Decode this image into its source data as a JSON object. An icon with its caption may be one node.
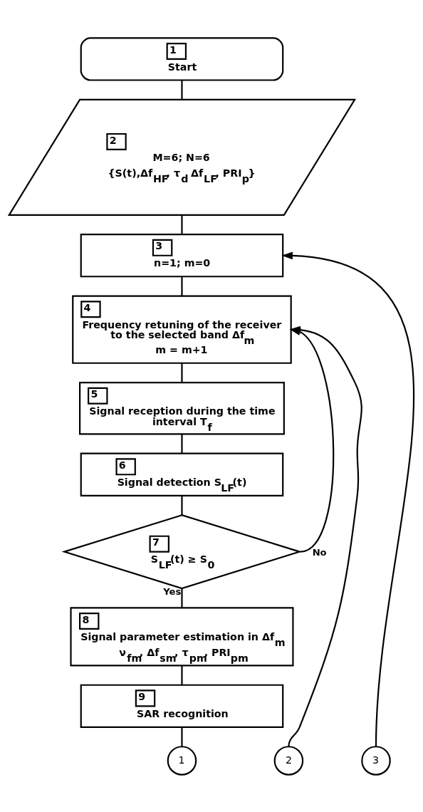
{
  "diagram": {
    "nodes": [
      {
        "text": [
          "1",
          "Start"
        ]
      },
      {
        "text": [
          "2",
          "M=6; N=6",
          "{S(t),Δf$_{HF}$, τ$_{d}$ Δf$_{LF}$, PRI$_{p}$}"
        ]
      },
      {
        "text": [
          "3",
          "n=1; m=0"
        ]
      },
      {
        "text": [
          "4",
          "Frequency retuning of the receiver to the selected band Δf$_{m}$",
          "m = m+1"
        ]
      },
      {
        "text": [
          "5",
          "Signal reception during the time interval T$_{f}$"
        ]
      },
      {
        "text": [
          "6",
          "Signal detection S$_{LF}$(t)"
        ]
      },
      {
        "text": [
          "7",
          "S$_{LF}$(t) ≥ S$_{0}$"
        ]
      },
      {
        "text": [
          "8",
          "Signal parameter estimation in Δf$_{m}$",
          "ν$_{fm}$, Δf$_{sm}$, τ$_{pm}$, PRI$_{pm}$"
        ]
      },
      {
        "text": [
          "9",
          "SAR recognition"
        ]
      },
      {
        "text": [
          "1"
        ]
      },
      {
        "text": [
          "2"
        ]
      },
      {
        "text": [
          "3"
        ]
      }
    ],
    "edges": [
      {
        "from": 0,
        "to": 1,
        "arrow": "none"
      },
      {
        "from": 1,
        "to": 2,
        "arrow": "none"
      },
      {
        "from": 11,
        "to": 2,
        "arrow": "to"
      },
      {
        "from": 2,
        "to": 3,
        "arrow": "none"
      },
      {
        "from": 10,
        "to": 3,
        "arrow": "to"
      },
      {
        "from": 6,
        "to": 3,
        "arrow": "to",
        "label": "No"
      },
      {
        "from": 3,
        "to": 4,
        "arrow": "none"
      },
      {
        "from": 4,
        "to": 5,
        "arrow": "none"
      },
      {
        "from": 5,
        "to": 6,
        "arrow": "none"
      },
      {
        "from": 6,
        "to": 7,
        "arrow": "none",
        "label": "Yes"
      },
      {
        "from": 7,
        "to": 8,
        "arrow": "none"
      },
      {
        "from": 8,
        "to": 9,
        "arrow": "none"
      }
    ]
  }
}
